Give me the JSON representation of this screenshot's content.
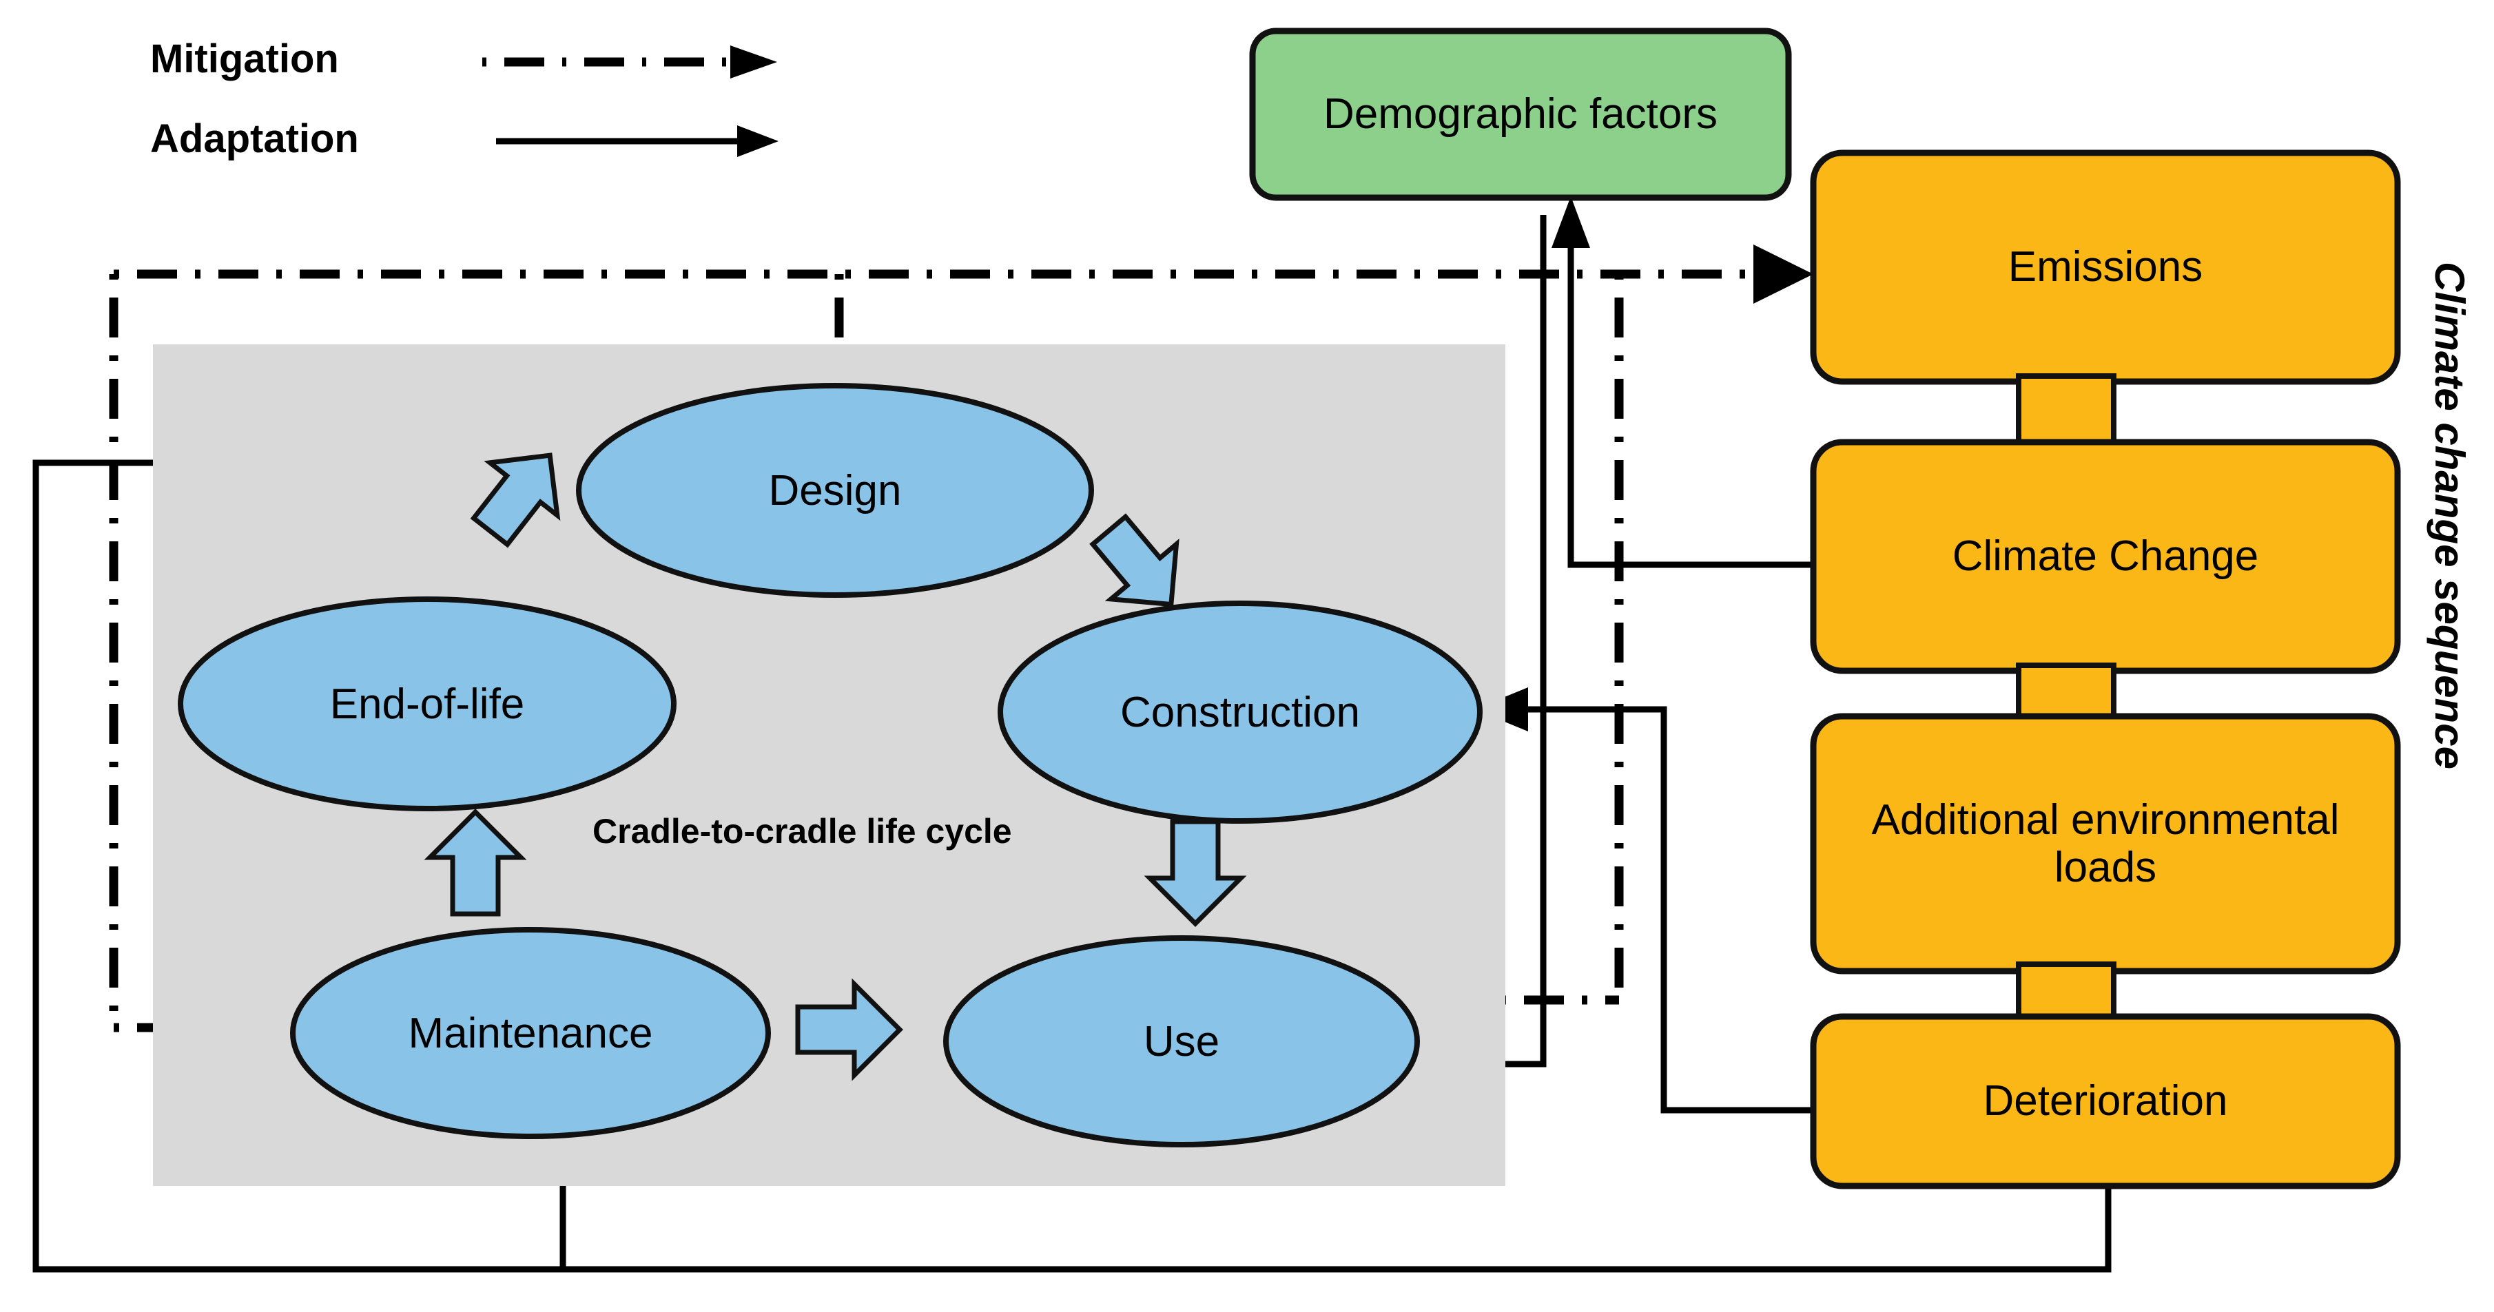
{
  "legend": {
    "items": [
      {
        "label": "Mitigation",
        "line_style": "dash-dot",
        "arrow": "right"
      },
      {
        "label": "Adaptation",
        "line_style": "solid",
        "arrow": "right"
      }
    ]
  },
  "demographic_box": {
    "label": "Demographic factors",
    "color": "#8CD08C"
  },
  "cycle_panel": {
    "caption": "Cradle-to-cradle life cycle",
    "background": "#D9D9D9",
    "node_color": "#89C4E8",
    "nodes": [
      {
        "id": "design",
        "label": "Design"
      },
      {
        "id": "construction",
        "label": "Construction"
      },
      {
        "id": "use",
        "label": "Use"
      },
      {
        "id": "maintenance",
        "label": "Maintenance"
      },
      {
        "id": "end-of-life",
        "label": "End-of-life"
      }
    ],
    "flow_order": [
      "Design",
      "Construction",
      "Use",
      "Maintenance",
      "End-of-life",
      "Design"
    ]
  },
  "climate_sequence": {
    "side_label": "Climate change sequence",
    "color": "#FBB716",
    "steps": [
      {
        "id": "emissions",
        "label": "Emissions"
      },
      {
        "id": "climate-change",
        "label": "Climate Change"
      },
      {
        "id": "additional-environmental-loads",
        "label": "Additional environmental loads"
      },
      {
        "id": "deterioration",
        "label": "Deterioration"
      }
    ]
  },
  "connections": [
    {
      "from": "Design",
      "to": "Emissions",
      "type": "mitigation"
    },
    {
      "from": "Use",
      "to": "Emissions",
      "type": "mitigation"
    },
    {
      "from": "Maintenance",
      "to": "Emissions",
      "type": "mitigation"
    },
    {
      "from": "Climate Change",
      "to": "Demographic factors",
      "type": "adaptation"
    },
    {
      "from": "Climate Change",
      "to": "Use",
      "type": "adaptation"
    },
    {
      "from": "Deterioration",
      "to": "Construction",
      "type": "adaptation"
    },
    {
      "from": "Deterioration",
      "to": "Maintenance",
      "type": "adaptation"
    },
    {
      "from": "Deterioration",
      "to": "Design",
      "type": "adaptation"
    }
  ]
}
